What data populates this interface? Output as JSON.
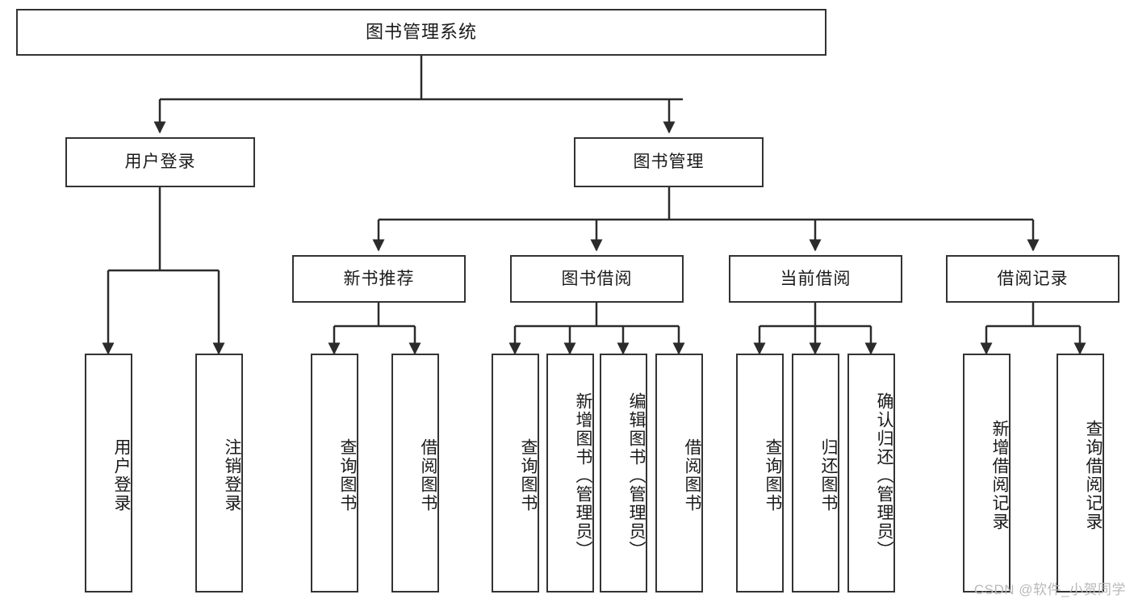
{
  "diagram": {
    "title": "图书管理系统",
    "watermark": "CSDN @软件_小贺同学",
    "colors": {
      "box_border": "#333333",
      "box_fill": "#ffffff",
      "connector": "#2b2b2b",
      "text": "#1a1a1a",
      "watermark": "#b9b9b9",
      "background": "#ffffff"
    },
    "root": {
      "label": "图书管理系统"
    },
    "level2": [
      {
        "label": "用户登录"
      },
      {
        "label": "图书管理"
      }
    ],
    "level3": [
      {
        "label": "新书推荐",
        "parent": "图书管理"
      },
      {
        "label": "图书借阅",
        "parent": "图书管理"
      },
      {
        "label": "当前借阅",
        "parent": "图书管理"
      },
      {
        "label": "借阅记录",
        "parent": "图书管理"
      }
    ],
    "leaves": {
      "用户登录": [
        {
          "label": "用户登录"
        },
        {
          "label": "注销登录"
        }
      ],
      "新书推荐": [
        {
          "label": "查询图书"
        },
        {
          "label": "借阅图书"
        }
      ],
      "图书借阅": [
        {
          "label": "查询图书"
        },
        {
          "label": "新增图书（管理员）"
        },
        {
          "label": "编辑图书（管理员）"
        },
        {
          "label": "借阅图书"
        }
      ],
      "当前借阅": [
        {
          "label": "查询图书"
        },
        {
          "label": "归还图书"
        },
        {
          "label": "确认归还（管理员）"
        }
      ],
      "借阅记录": [
        {
          "label": "新增借阅记录"
        },
        {
          "label": "查询借阅记录"
        }
      ]
    }
  }
}
